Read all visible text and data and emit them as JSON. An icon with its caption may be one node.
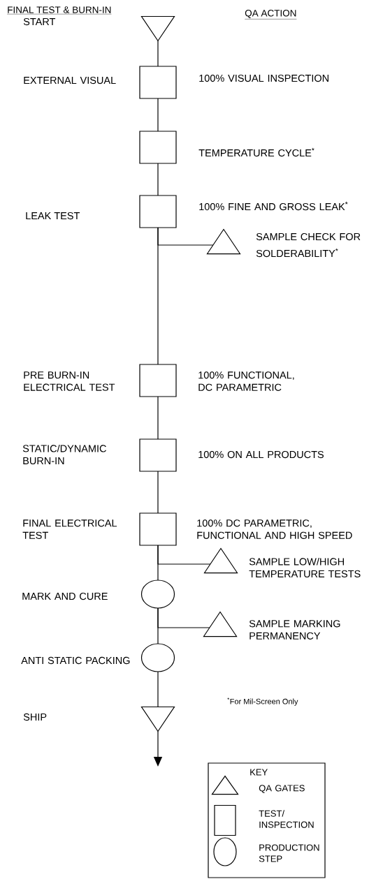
{
  "diagram": {
    "nodes": [
      {
        "text": [],
        "shape": "triangle"
      },
      {
        "text": [],
        "shape": "box",
        "beside": [
          "EXTERNAL VISUAL",
          "100% VISUAL INSPECTION"
        ]
      },
      {
        "text": [],
        "shape": "box",
        "beside": [
          "TEMPERATURE CYCLE$^{*}$"
        ]
      },
      {
        "text": [],
        "shape": "box",
        "beside": [
          "100% FINE AND GROSS LEAK$^{*}$"
        ]
      },
      {
        "text": [],
        "shape": "triangle",
        "beside": [
          "SAMPLE CHECK FOR SOLDERABILITY$^{*}$"
        ]
      },
      {
        "text": [],
        "shape": "box",
        "beside": [
          "PRE BURN-IN ELECTRICAL TEST",
          "100% FUNCTIONAL, DC PARAMETRIC"
        ]
      },
      {
        "text": [],
        "shape": "box",
        "beside": [
          "STATIC/DYNAMIC BURN-IN",
          "100% ON ALL PRODUCTS"
        ]
      },
      {
        "text": [],
        "shape": "box",
        "beside": [
          "FINAL ELECTRICAL TEST"
        ]
      },
      {
        "text": [],
        "shape": "triangle",
        "beside": [
          "SAMPLE LOW/HIGH TEMPERATURE TESTS"
        ]
      },
      {
        "text": [],
        "shape": "circle",
        "beside": [
          "MARK AND CURE"
        ]
      },
      {
        "text": [],
        "shape": "triangle",
        "beside": [
          "SAMPLE MARKING PERMANENCY"
        ]
      },
      {
        "text": [],
        "shape": "circle",
        "beside": [
          "ANTI STATIC PACKING"
        ]
      },
      {
        "text": [],
        "shape": "triangle"
      }
    ],
    "edges": [
      {
        "from": 0,
        "to": 1,
        "arrow": "none"
      },
      {
        "from": 1,
        "to": 2,
        "arrow": "none"
      },
      {
        "from": 2,
        "to": 3,
        "arrow": "none"
      },
      {
        "from": 3,
        "to": 4,
        "arrow": "none"
      },
      {
        "from": 3,
        "to": 5,
        "arrow": "none"
      },
      {
        "from": 5,
        "to": 6,
        "arrow": "none"
      },
      {
        "from": 6,
        "to": 7,
        "arrow": "none"
      },
      {
        "from": 7,
        "to": 8,
        "arrow": "none"
      },
      {
        "from": 7,
        "to": 9,
        "arrow": "none"
      },
      {
        "from": 9,
        "to": 10,
        "arrow": "none"
      },
      {
        "from": 9,
        "to": 11,
        "arrow": "none"
      },
      {
        "from": 11,
        "to": 12,
        "arrow": "none"
      },
      {
        "from": 12,
        "to": null,
        "arrow": "to"
      }
    ],
    "labels": [
      "FINAL TEST & BURN-IN",
      "QA ACTION",
      "START",
      "LEAK TEST",
      "100% DC PARAMETRIC, FUNCTIONAL AND HIGH SPEED",
      "$^{*}$For Mil-Screen Only",
      "SHIP",
      "KEY"
    ],
    "legend": [
      {
        "text": "QA GATES"
      },
      {
        "text": "TEST/ INSPECTION"
      },
      {
        "text": "PRODUCTION STEP"
      }
    ]
  }
}
